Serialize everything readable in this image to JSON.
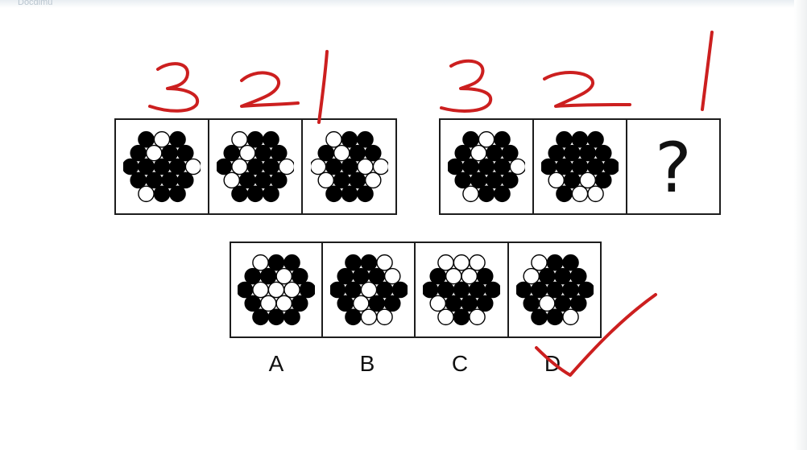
{
  "header": {
    "faint_text": "Docdimu"
  },
  "question_row_1": {
    "annotations": [
      "3",
      "2",
      "1"
    ],
    "panels": [
      {
        "filled": [
          0,
          2,
          3,
          5,
          6,
          7,
          8,
          9,
          10,
          12,
          13,
          14,
          15,
          17,
          18
        ]
      },
      {
        "filled": [
          1,
          2,
          3,
          5,
          6,
          7,
          9,
          10,
          13,
          14,
          15,
          16,
          17,
          18
        ]
      },
      {
        "filled": [
          1,
          2,
          3,
          5,
          6,
          8,
          9,
          13,
          14,
          16,
          17,
          18
        ]
      }
    ]
  },
  "question_row_2": {
    "annotations": [
      "3",
      "2",
      "1"
    ],
    "panels": [
      {
        "filled": [
          0,
          2,
          3,
          5,
          6,
          7,
          8,
          9,
          10,
          12,
          13,
          14,
          15,
          17,
          18
        ]
      },
      {
        "filled": [
          0,
          1,
          2,
          3,
          4,
          5,
          6,
          7,
          8,
          9,
          10,
          11,
          13,
          15,
          16
        ]
      },
      {
        "question_mark": "?"
      }
    ]
  },
  "options": [
    {
      "label": "A",
      "filled": [
        1,
        2,
        3,
        4,
        6,
        7,
        11,
        12,
        15,
        16,
        17,
        18
      ]
    },
    {
      "label": "B",
      "filled": [
        0,
        1,
        3,
        4,
        5,
        7,
        8,
        10,
        11,
        12,
        14,
        15,
        16
      ]
    },
    {
      "label": "C",
      "filled": [
        3,
        6,
        7,
        8,
        9,
        10,
        11,
        13,
        14,
        15,
        17
      ]
    },
    {
      "label": "D",
      "filled": [
        1,
        2,
        4,
        5,
        6,
        7,
        8,
        9,
        10,
        11,
        12,
        14,
        15,
        16,
        17
      ]
    }
  ],
  "correct_option": "D",
  "ink_color": "#cc1f1f"
}
